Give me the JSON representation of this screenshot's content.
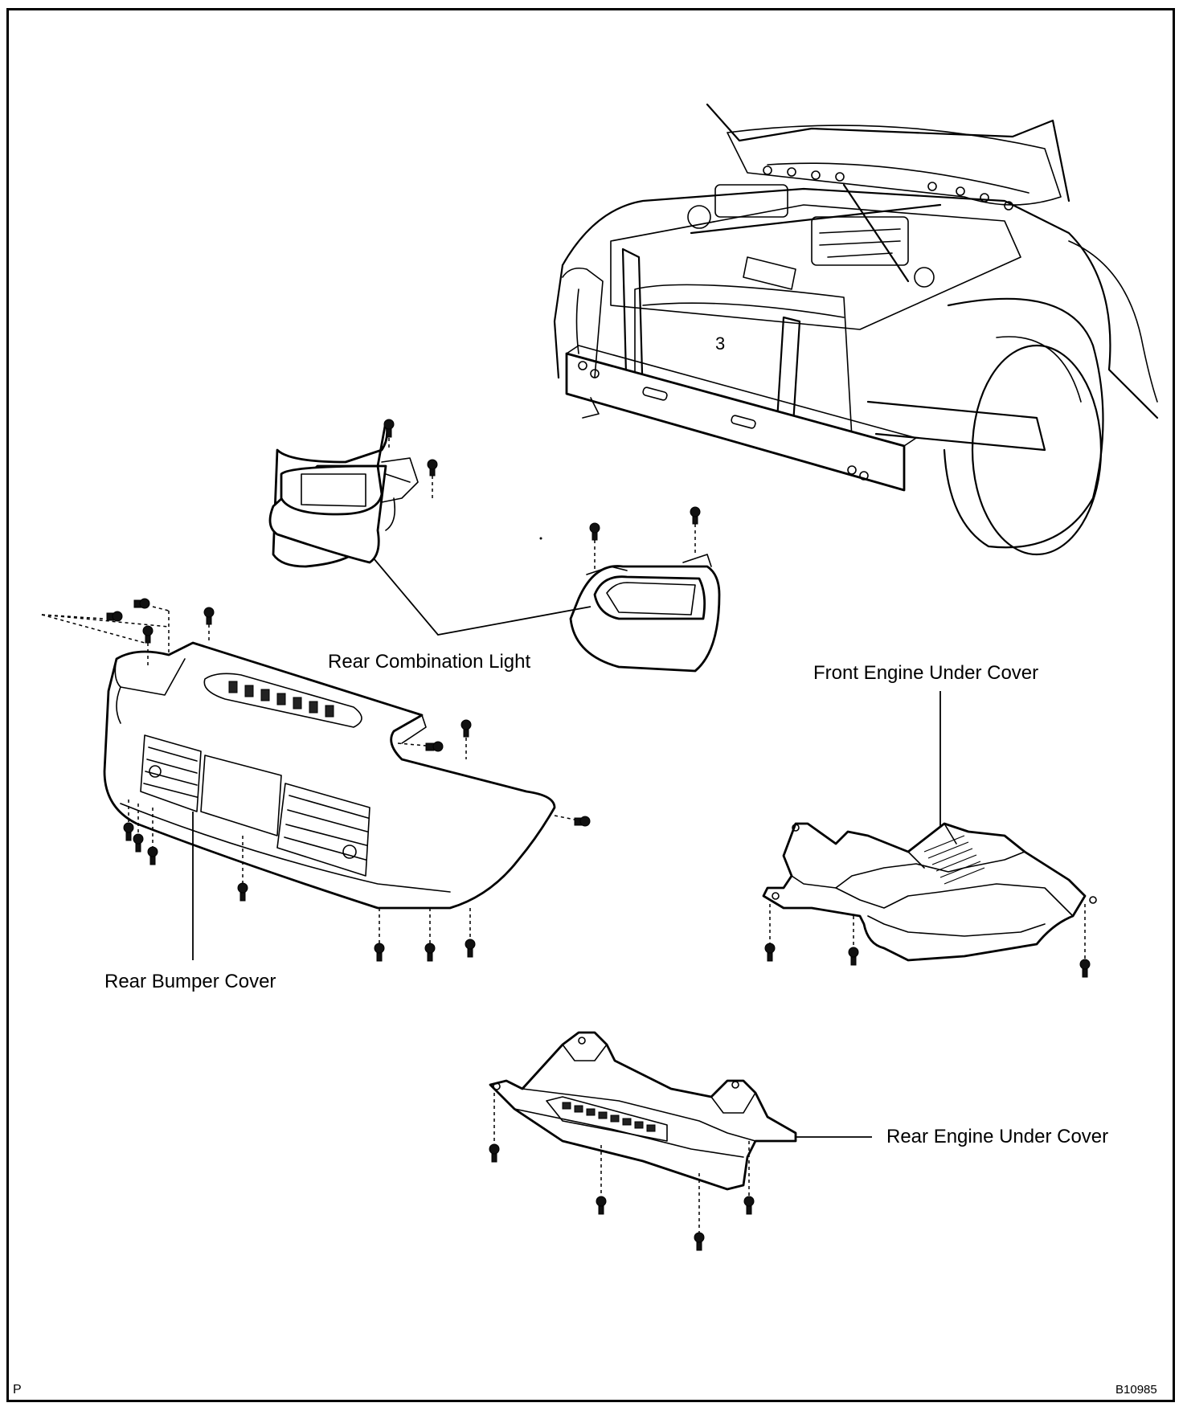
{
  "labels": {
    "rear_combination_light": "Rear Combination Light",
    "front_engine_under_cover": "Front Engine Under Cover",
    "rear_bumper_cover": "Rear Bumper Cover",
    "rear_engine_under_cover": "Rear Engine Under Cover"
  },
  "corner_marks": {
    "left": "P",
    "right": "B10985"
  }
}
